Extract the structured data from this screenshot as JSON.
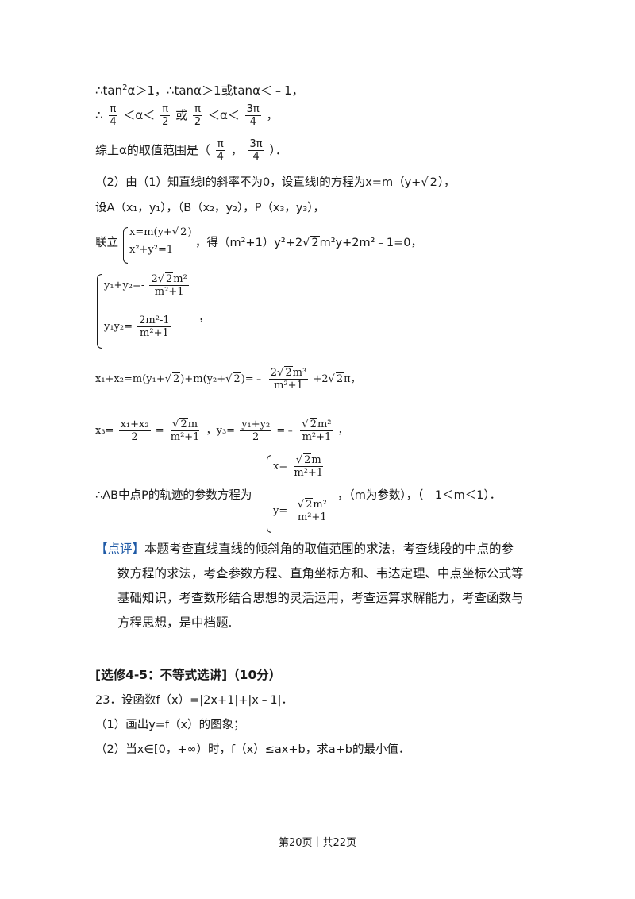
{
  "l1": {
    "a": "∴tan",
    "b": "2",
    "c": "α＞1，∴tanα＞1或tanα＜﹣1，"
  },
  "l2": {
    "pre": "∴",
    "f1n": "π",
    "f1d": "4",
    "lt1": "＜α＜",
    "f2n": "π",
    "f2d": "2",
    "or": "或",
    "f3n": "π",
    "f3d": "2",
    "lt2": "＜α＜",
    "f4n": "3π",
    "f4d": "4",
    "end": "，"
  },
  "l3": {
    "pre": "综上α的取值范围是（",
    "f1n": "π",
    "f1d": "4",
    "comma": "，",
    "f2n": "3π",
    "f2d": "4",
    "end": "）．"
  },
  "l4": {
    "a": "（2）由（1）知直线l的斜率不为0，设直线l的方程为x=m（y+",
    "r": "2",
    "b": "），"
  },
  "l5": {
    "text": "设A（x₁，y₁），（B（x₂，y₂），P（x₃，y₃），"
  },
  "l6": {
    "pre": "联立",
    "e1a": "x=m(y+",
    "e1r": "2",
    "e1b": ")",
    "e2": "x²+y²=1",
    "mid": "，得（m²+1）y²+2",
    "r": "2",
    "post": "m²y+2m²﹣1=0，"
  },
  "l7": {
    "e1a": "y₁+y₂=-",
    "e1n_r": "2",
    "e1n_b": "m²",
    "e1n_pre": "2",
    "e1d": "m²+1",
    "e2a": "y₁y₂=",
    "e2n": "2m²-1",
    "e2d": "m²+1",
    "end": "，"
  },
  "l8": {
    "a": "x₁+x₂=m(y₁+",
    "r1": "2",
    "b": ")+m(y₂+",
    "r2": "2",
    "c": ")=﹣",
    "fn_pre": "2",
    "fn_r": "2",
    "fn_b": "m³",
    "fd": "m²+1",
    "d": "+2",
    "r3": "2",
    "e": "π，"
  },
  "l9": {
    "a": "x₃=",
    "f1n": "x₁+x₂",
    "f1d": "2",
    "eq": "=",
    "f2n_r": "2",
    "f2n_b": "m",
    "f2d": "m²+1",
    "mid": "，y₃=",
    "f3n": "y₁+y₂",
    "f3d": "2",
    "eq2": "=﹣",
    "f4n_r": "2",
    "f4n_b": "m²",
    "f4d": "m²+1",
    "end": "，"
  },
  "l10": {
    "pre": "∴AB中点P的轨迹的参数方程为",
    "e1a": "x=",
    "e1n_r": "2",
    "e1n_b": "m",
    "e1d": "m²+1",
    "e2a": "y=-",
    "e2n_r": "2",
    "e2n_b": "m²",
    "e2d": "m²+1",
    "post": "，（m为参数），（﹣1＜m＜1）．"
  },
  "review": {
    "tag": "【点评】",
    "l1": "本题考查直线直线的倾斜角的取值范围的求法，考查线段的中点的参",
    "l2": "数方程的求法，考查参数方程、直角坐标方和、韦达定理、中点坐标公式等",
    "l3": "基础知识，考查数形结合思想的灵活运用，考查运算求解能力，考查函数与",
    "l4": "方程思想，是中档题."
  },
  "section": "[选修4-5：不等式选讲]（10分）",
  "q23": {
    "a": "23．设函数f（x）=|2x+1|+|x﹣1|．",
    "b": "（1）画出y=f（x）的图象；",
    "c": "（2）当x∈[0，+∞）时，f（x）≤ax+b，求a+b的最小值．"
  },
  "footer": "第20页｜共22页"
}
